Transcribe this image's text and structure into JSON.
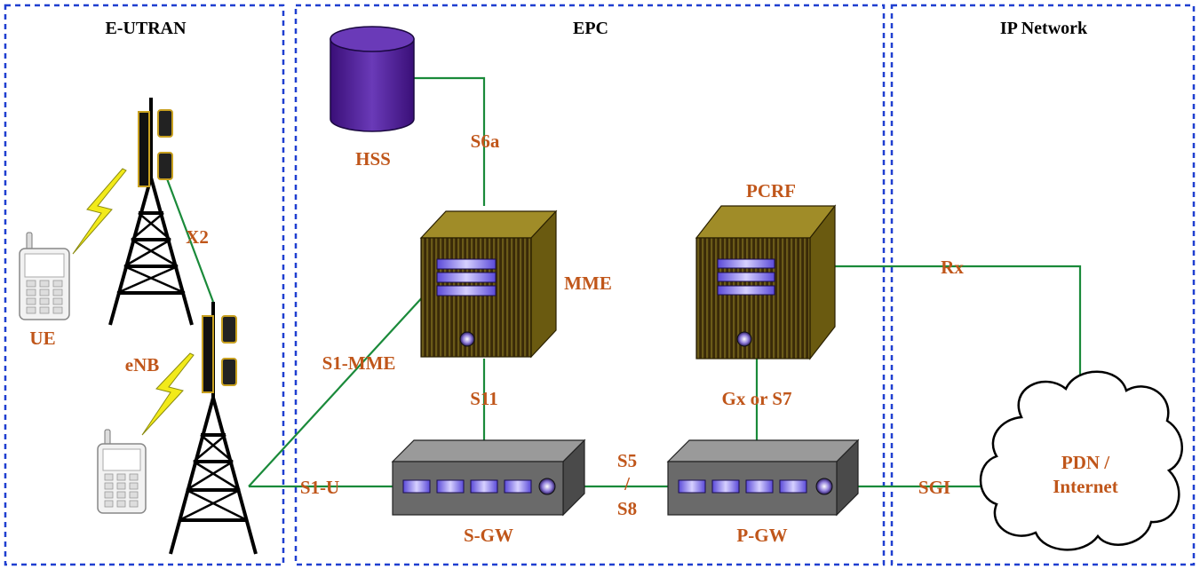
{
  "regions": {
    "eutran": "E-UTRAN",
    "epc": "EPC",
    "ip": "IP Network"
  },
  "nodes": {
    "hss": "HSS",
    "mme": "MME",
    "pcrf": "PCRF",
    "sgw": "S-GW",
    "pgw": "P-GW",
    "pdn": "PDN /\nInternet",
    "pdn_line1": "PDN /",
    "pdn_line2": "Internet",
    "ue": "UE",
    "enb": "eNB"
  },
  "interfaces": {
    "s6a": "S6a",
    "x2": "X2",
    "s1mme": "S1-MME",
    "s11": "S11",
    "gx": "Gx or S7",
    "rx": "Rx",
    "s1u": "S1-U",
    "s5_line1": "S5",
    "s5_line2": "/",
    "s5_line3": "S8",
    "sgi": "SGI"
  },
  "colors": {
    "zone_border": "#1f3fd0",
    "link": "#1a8a3a",
    "label": "#c0561a",
    "database": "#4a1a8a",
    "server": "#7a6a10",
    "gateway": "#6a6a6a",
    "lightning": "#f2ea1a"
  }
}
